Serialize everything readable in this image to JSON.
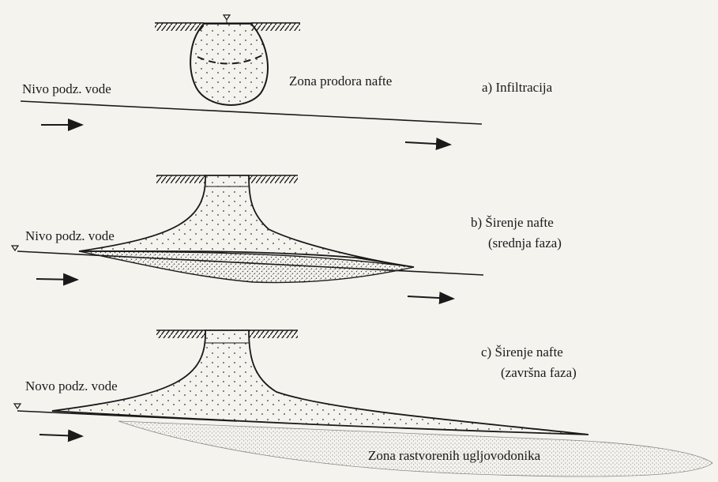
{
  "panel_a": {
    "water_table_label": "Nivo podz. vode",
    "zone_label": "Zona prodora nafte",
    "caption": "a) Infiltracija"
  },
  "panel_b": {
    "water_table_label": "Nivo podz. vode",
    "caption_line1": "b) Širenje nafte",
    "caption_line2": "(srednja faza)"
  },
  "panel_c": {
    "water_table_label": "Novo podz. vode",
    "caption_line1": "c) Širenje nafte",
    "caption_line2": "(završna faza)",
    "dissolved_zone_label": "Zona rastvorenih ugljovodonika"
  },
  "icons": [
    "water-table-marker-icon",
    "flow-arrow-icon",
    "ground-surface-hatch-icon"
  ],
  "colors": {
    "ink": "#1a1a1a",
    "paper": "#f4f3ee",
    "stipple": "#555555"
  }
}
